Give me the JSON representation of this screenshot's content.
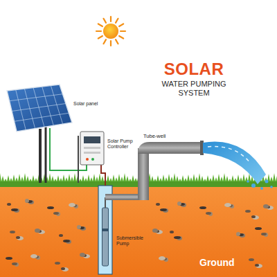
{
  "diagram": {
    "title": "SOLAR",
    "labels": [
      "WATER PUMPING SYSTEM",
      "Solar panel",
      "Solar Pump Controller",
      "Tube-well",
      "Submersible Pump",
      "Ground"
    ]
  }
}
